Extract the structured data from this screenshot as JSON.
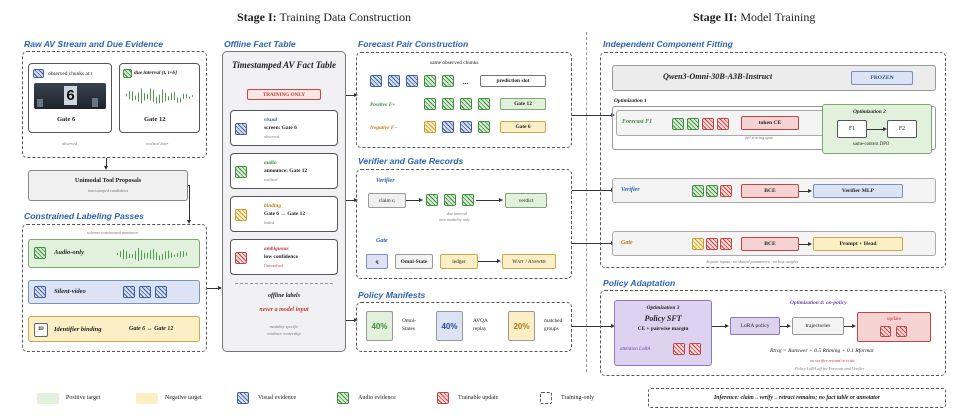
{
  "stages": {
    "stage1_prefix": "Stage I:",
    "stage1_rest": " Training Data Construction",
    "stage2_prefix": "Stage II:",
    "stage2_rest": " Model Training"
  },
  "raw_av": {
    "title": "Raw AV Stream and Due Evidence",
    "observed_chunks": "observed chunks at t",
    "due_interval": "due interval",
    "due_interval_range": "(t, t+δ]",
    "gate6": "Gate 6",
    "gate12": "Gate 12",
    "observed": "observed",
    "realized_later": "realized later",
    "video_frame_digit": "6"
  },
  "unimodal": {
    "title": "Unimodal Tool Proposals",
    "subtitle": "timestamped candidates"
  },
  "constrained": {
    "title": "Constrained Labeling Passes",
    "annotator": "schema-constrained annotator",
    "audio_only": "Audio-only",
    "silent_video": "Silent-video",
    "identifier_binding": "Identifier binding",
    "id_chip": "ID",
    "binding_text": "Gate 6 ↔ Gate 12"
  },
  "offline": {
    "title": "Offline Fact Table",
    "table_title": "Timestamped AV Fact Table",
    "training_only": "TRAINING ONLY",
    "rows": [
      {
        "kind": "visual",
        "text": "screen: Gate 6",
        "status": "observed"
      },
      {
        "kind": "audio",
        "text": "announce: Gate 12",
        "status": "realized"
      },
      {
        "kind": "binding",
        "text": "Gate 6 ↔ Gate 12",
        "status": "linked"
      },
      {
        "kind": "ambiguous",
        "text": "low confidence",
        "status": "Unresolved"
      }
    ],
    "offline_labels": "offline labels",
    "never_input": "never a model input",
    "modality_specific": "modality-specific",
    "evidence_ownership": "evidence ownership"
  },
  "forecast_pair": {
    "title": "Forecast Pair Construction",
    "same_chunks": "same observed chunks",
    "ellipsis": "...",
    "prediction_slot": "prediction slot",
    "positive": "Positive F+",
    "negative": "Negative F−",
    "pos_value": "Gate 12",
    "neg_value": "Gate 6"
  },
  "verifier_gate": {
    "title": "Verifier and Gate Records",
    "verifier": "Verifier",
    "claim": "claim cᵢ",
    "due_interval": "due interval",
    "own_modality": "own modality only",
    "verdict": "verdict",
    "gate": "Gate",
    "q": "q",
    "omni_state": "Omni-State",
    "ledger": "ledger",
    "wait_answer": "Wait / Answer"
  },
  "manifests": {
    "title": "Policy Manifests",
    "items": [
      {
        "pct": "40%",
        "label1": "Omni-",
        "label2": "States"
      },
      {
        "pct": "40%",
        "label1": "AVQA",
        "label2": "replay"
      },
      {
        "pct": "20%",
        "label1": "matched",
        "label2": "groups"
      }
    ]
  },
  "icf": {
    "title": "Independent Component Fitting",
    "model": "Qwen3-Omni-30B-A3B-Instruct",
    "frozen": "FROZEN",
    "opt1": "Optimization 1",
    "opt2": "Optimization 2",
    "forecast": "Forecast F1",
    "token_ce": "token CE",
    "token_ce_sub": "full scoring span",
    "f1": "F1",
    "f2": "F2",
    "same_context": "same-context DPO",
    "verifier": "Verifier",
    "bce": "BCE",
    "verifier_mlp": "Verifier MLP",
    "gate": "Gate",
    "bce2": "BCE",
    "prompt_head": "Prompt + Head",
    "disjoint": "disjoint inputs · no shared parameters · no loss weights"
  },
  "policy": {
    "title": "Policy Adaptation",
    "opt3": "Optimization 3",
    "sft": "Policy SFT",
    "ce_margin": "CE + pairwise margin",
    "attention_lora": "attention LoRA",
    "opt4": "Optimization 4: on-policy",
    "lora_policy": "LoRA policy",
    "trajectories": "trajectories",
    "update": "update",
    "reward": "Rtraj = Ranswer + 0.5 Rtiming + 0.1 Rformat",
    "no_verifier": "no verifier reward or critic",
    "lora_off": "Policy LoRA off for Forecast and Verifier"
  },
  "legend": {
    "positive": "Positive target",
    "negative": "Negative target",
    "visual": "Visual evidence",
    "audio": "Audio evidence",
    "trainable": "Trainable update",
    "training_only": "Training-only",
    "inference": "Inference: claim→verify→retract remains; no fact table or annotator"
  },
  "colors": {
    "section_blue": "#2a63b0",
    "positive_fill": "#e2f1dc",
    "negative_fill": "#fcefc6",
    "visual": "#3f5f9c",
    "audio": "#3f8f3f",
    "trainable": "#c24545",
    "frozen_fill": "#dbe3f4",
    "lora_fill": "#ddd3f1"
  }
}
